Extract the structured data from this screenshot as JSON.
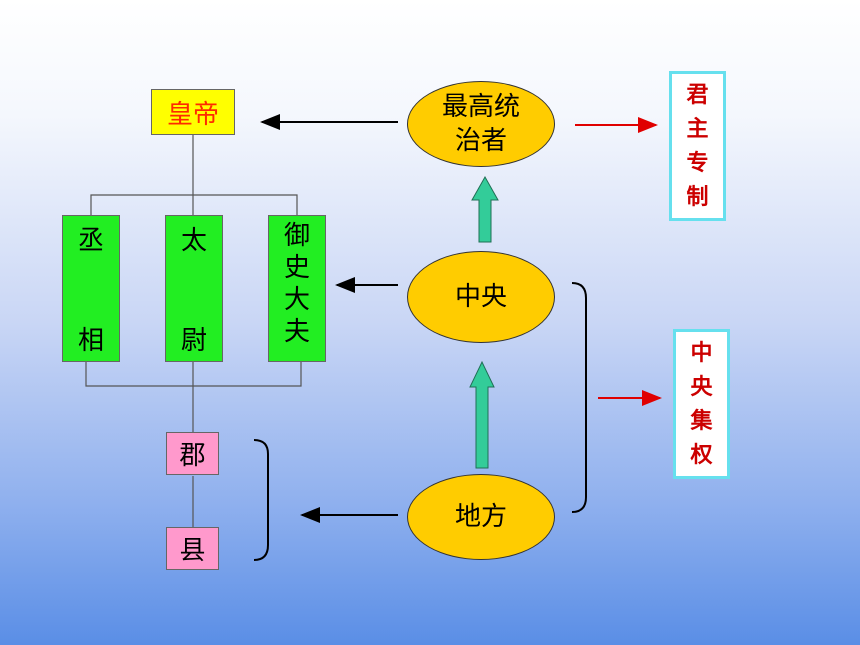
{
  "left_structure": {
    "emperor": "皇帝",
    "officials": [
      {
        "chars": [
          "丞",
          "相"
        ]
      },
      {
        "chars": [
          "太",
          "尉"
        ]
      },
      {
        "chars": [
          "御",
          "史",
          "大",
          "夫"
        ]
      }
    ],
    "commandery": "郡",
    "county": "县"
  },
  "right_structure": {
    "supreme_ruler": [
      "最高统",
      "治者"
    ],
    "central": "中央",
    "local": "地方"
  },
  "conclusions": {
    "autocracy": [
      "君",
      "主",
      "专",
      "制"
    ],
    "centralization": [
      "中",
      "央",
      "集",
      "权"
    ]
  },
  "colors": {
    "emperor_fill": "#ffff00",
    "emperor_text": "#ff2a00",
    "official_fill": "#22ee22",
    "local_fill": "#ff99cc",
    "oval_fill": "#ffcc00",
    "up_arrow": "#33cc99",
    "conclusion_border": "#66e0ee",
    "conclusion_text": "#cc0000",
    "conclusion_arrow": "#e00000"
  }
}
